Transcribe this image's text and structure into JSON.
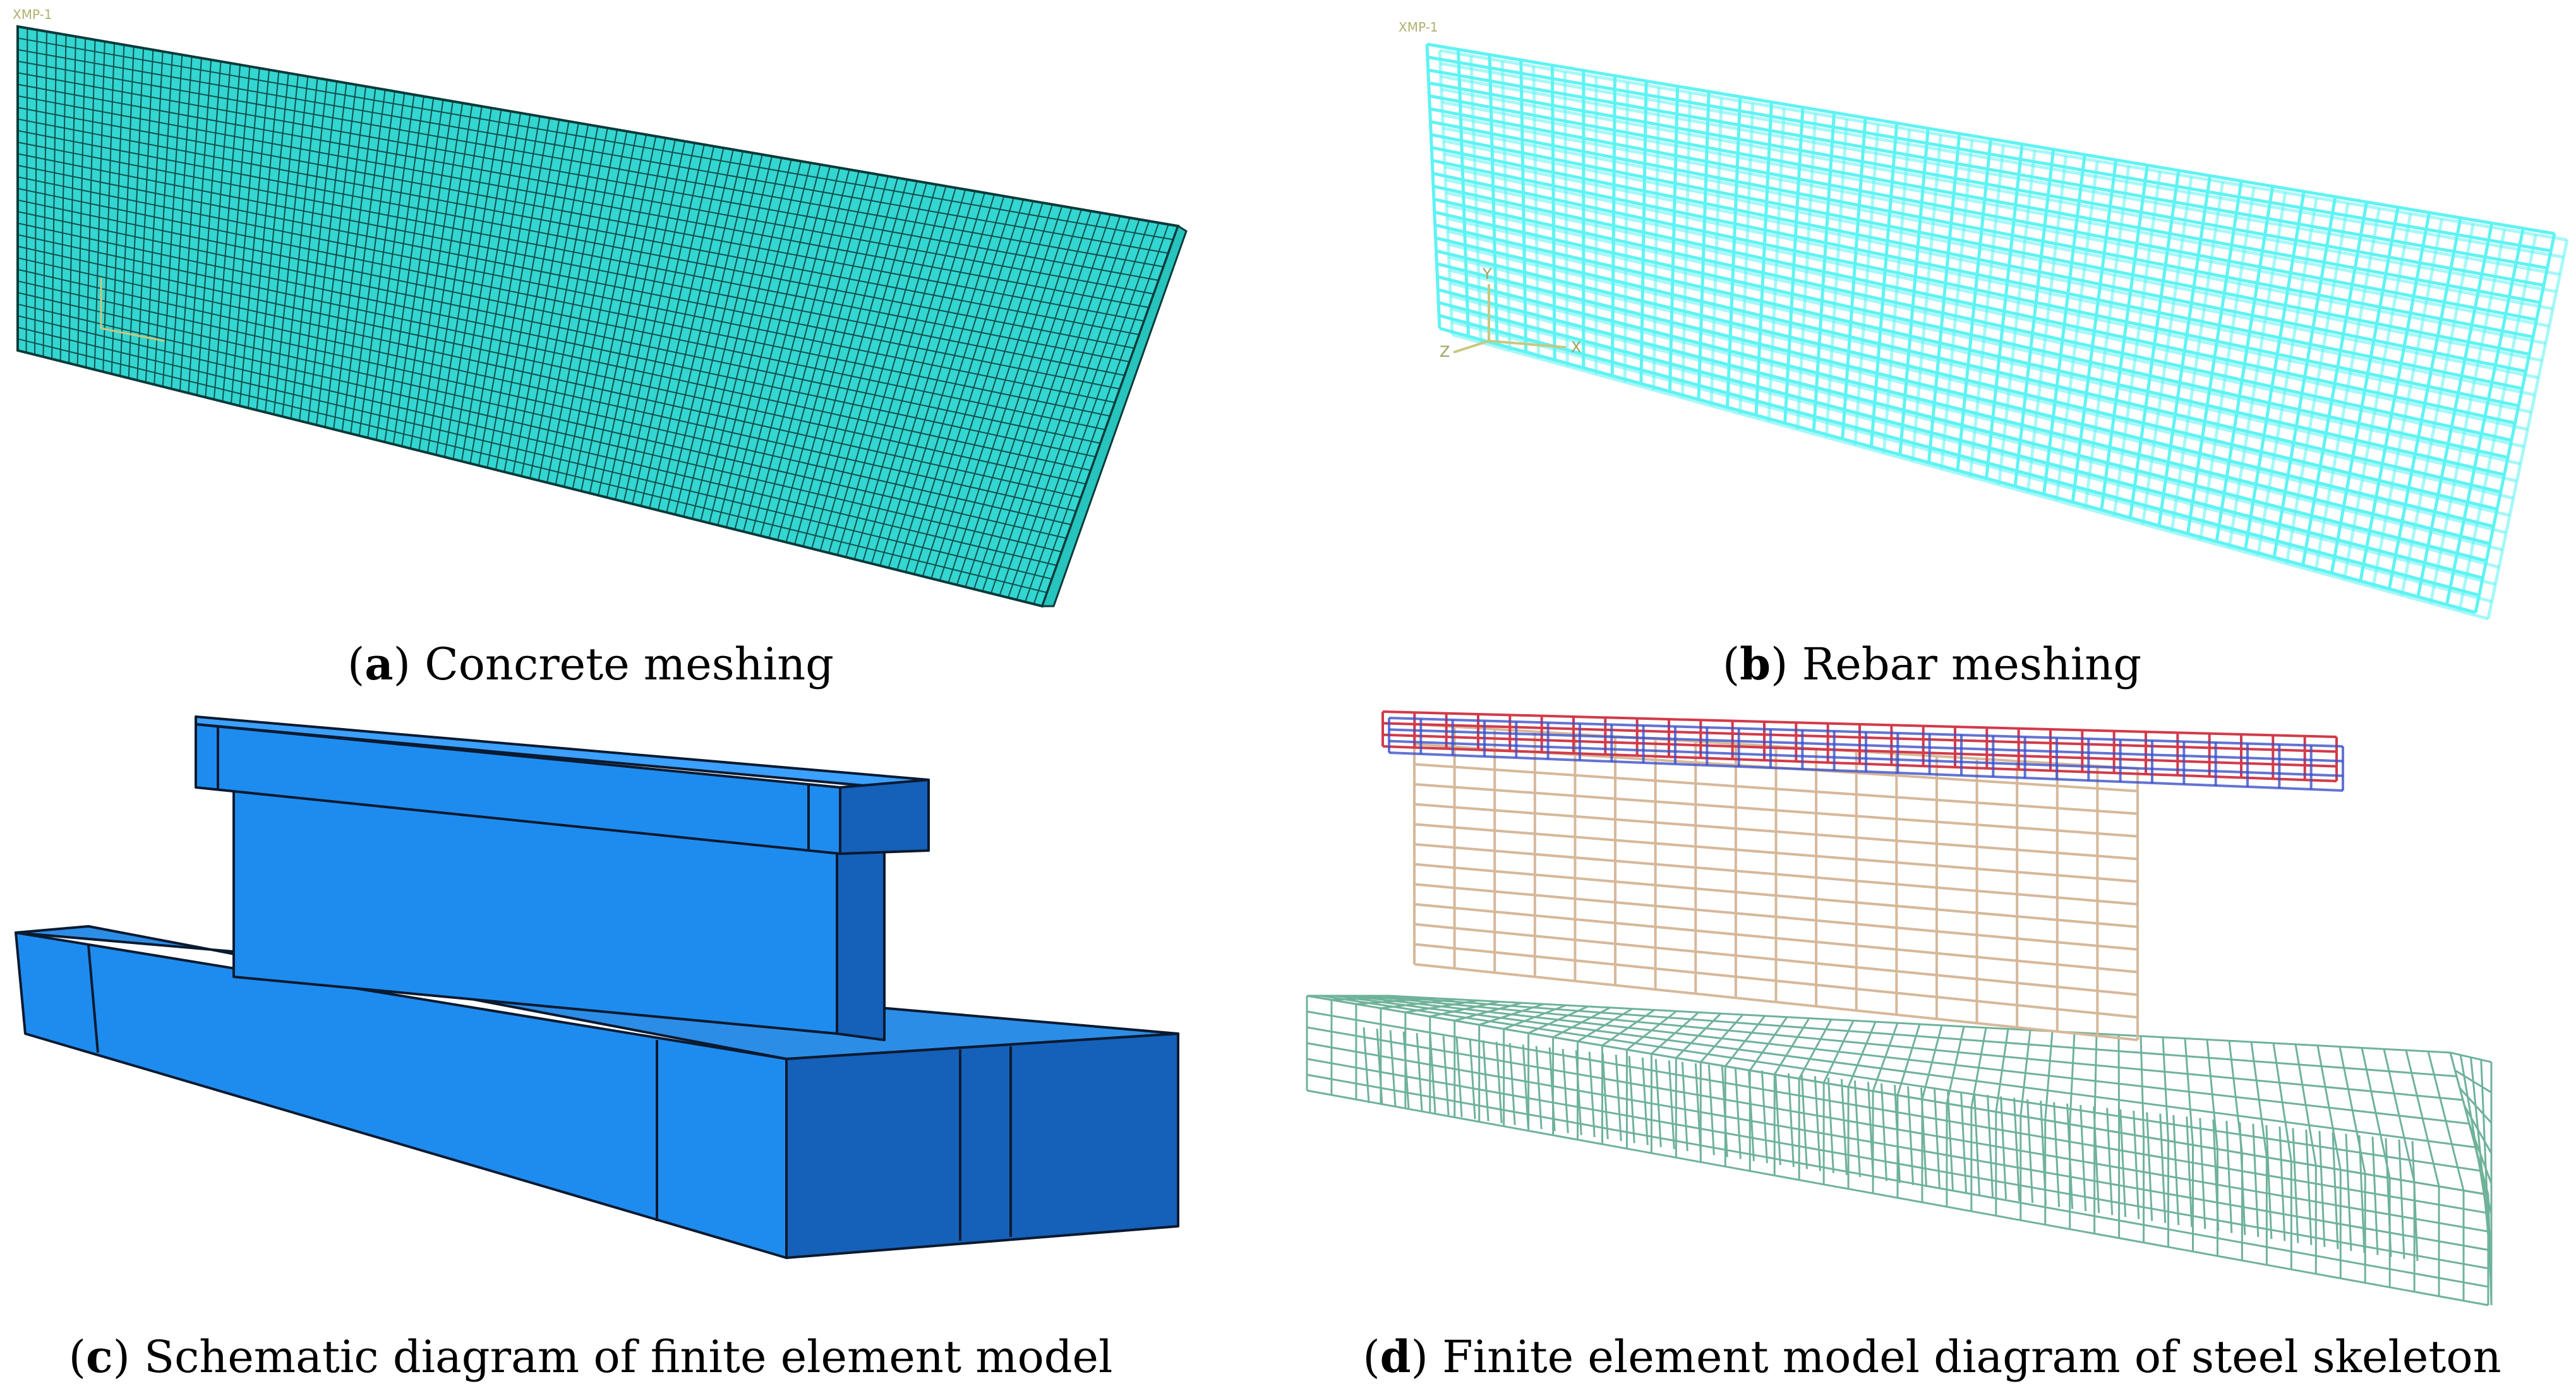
{
  "figure": {
    "panels": [
      {
        "id": "a",
        "letter": "a",
        "caption": " Concrete meshing",
        "triad_label": "XMP-1"
      },
      {
        "id": "b",
        "letter": "b",
        "caption": " Rebar meshing",
        "triad_label": "XMP-1",
        "axis_labels": {
          "y": "Y",
          "z": "Z",
          "x": "X"
        }
      },
      {
        "id": "c",
        "letter": "c",
        "caption": " Schematic diagram of finite element model"
      },
      {
        "id": "d",
        "letter": "d",
        "caption": " Finite element model diagram of steel skeleton"
      }
    ],
    "colors": {
      "concrete_mesh_fill": "#33d6d0",
      "concrete_mesh_line": "#0a3a3a",
      "rebar_mesh": "#5ff3f3",
      "solid_model_face": "#1e8cef",
      "solid_model_dark": "#1560b8",
      "solid_model_edge": "#0a1a30",
      "rebar_red": "#d23a4a",
      "rebar_blue": "#3c50c8",
      "rebar_tan": "#d6b89a",
      "rebar_green": "#6fb29a"
    }
  }
}
